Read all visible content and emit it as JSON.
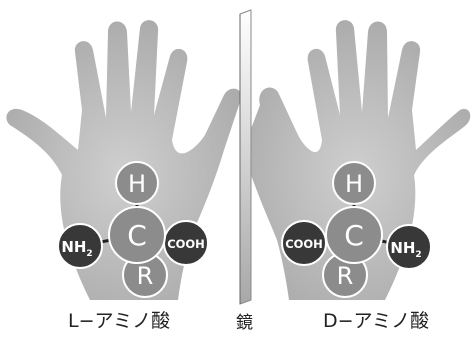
{
  "left": {
    "caption": "L−アミノ酸",
    "atoms": {
      "top": "H",
      "center": "C",
      "bottom": "R",
      "side_left": "NH",
      "side_left_sub": "2",
      "side_right": "COOH"
    }
  },
  "mirror_label": "鏡",
  "right": {
    "caption": "D−アミノ酸",
    "atoms": {
      "top": "H",
      "center": "C",
      "bottom": "R",
      "side_left": "COOH",
      "side_right": "NH",
      "side_right_sub": "2"
    }
  },
  "colors": {
    "hand": "#b8b8b8",
    "atom_light": "#8c8c8c",
    "atom_dark": "#383838",
    "mirror_light": "#ffffff",
    "mirror_dark": "#a8a8a8"
  }
}
